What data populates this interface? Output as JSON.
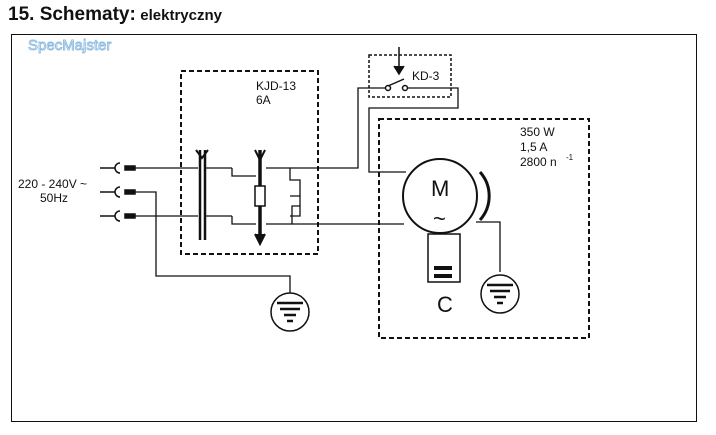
{
  "heading": {
    "number": "15. Schematy:",
    "subtitle": "elektryczny"
  },
  "watermark": "SpecMajster",
  "colors": {
    "line": "#111111",
    "watermark": "#8fbbe0"
  },
  "supply": {
    "voltage": "220 - 240V ~",
    "frequency": "50Hz"
  },
  "switch_kjd": {
    "name": "KJD-13",
    "rating": "6A"
  },
  "switch_kd": {
    "name": "KD-3"
  },
  "motor": {
    "power": "350 W",
    "current": "1,5 A",
    "speed": "2800 n",
    "speed_exp": "-1",
    "symbol": "M",
    "ac_symbol": "~"
  },
  "capacitor": {
    "label": "C"
  },
  "icons": [
    "plug-icon",
    "ground-icon",
    "switch-icon",
    "motor-icon",
    "capacitor-icon"
  ]
}
